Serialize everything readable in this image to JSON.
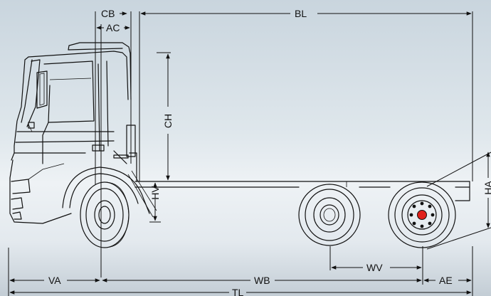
{
  "diagram": {
    "colors": {
      "sky_top": "#c9d5de",
      "sky_mid": "#dfe7ec",
      "sky_low": "#eef2f5",
      "ground": "#c3cdd5",
      "line": "#111111",
      "hub_accent": "#e0201b"
    },
    "labels": {
      "cb": "CB",
      "ac": "AC",
      "bl": "BL",
      "ch": "CH",
      "hv": "HV",
      "ha": "HA",
      "va": "VA",
      "wb": "WB",
      "wv": "WV",
      "ae": "AE",
      "tl": "TL"
    }
  }
}
